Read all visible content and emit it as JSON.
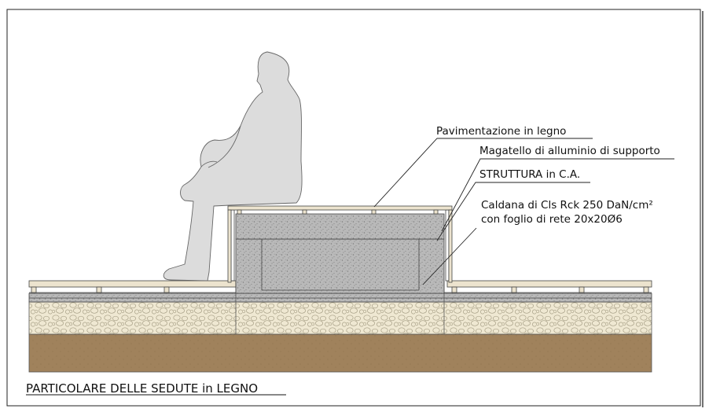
{
  "labels": {
    "wood_paving": "Pavimentazione in legno",
    "aluminium_support": "Magatello di alluminio di supporto",
    "structure": "STRUTTURA in C.A.",
    "screed_line1": "Caldana di Cls Rck 250 DaN/cm²",
    "screed_line2": "con foglio di rete 20x20Ø6"
  },
  "title": "PARTICOLARE DELLE SEDUTE in LEGNO",
  "colors": {
    "soil": "#a0825c",
    "gravel": "#efe8d2",
    "concrete": "#b9b9b9",
    "wood": "#ece3ce",
    "figure": "#dcdcdc",
    "line": "#333333"
  }
}
